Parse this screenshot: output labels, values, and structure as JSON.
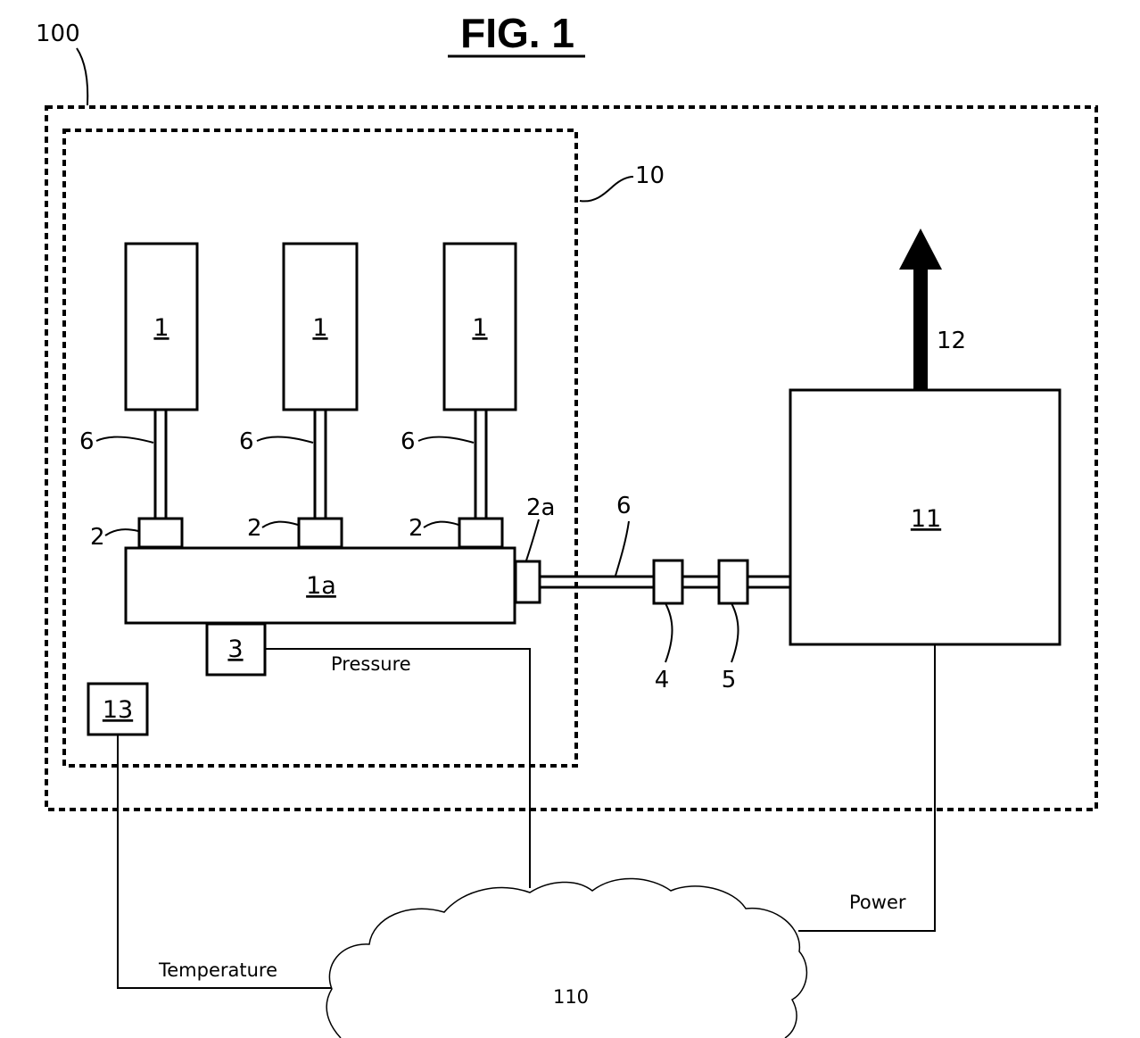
{
  "figure": {
    "title": "FIG. 1",
    "system_ref": "100",
    "subsystem_ref": "10",
    "network_ref": "110"
  },
  "components": {
    "cylinder_label": "1",
    "manifold_label": "1a",
    "pressure_sensor_label": "3",
    "temperature_sensor_label": "13",
    "generator_label": "11",
    "output_ref": "12"
  },
  "refs": {
    "tube": "6",
    "valve": "2",
    "valve_outlet": "2a",
    "component_4": "4",
    "component_5": "5"
  },
  "signals": {
    "pressure": "Pressure",
    "temperature": "Temperature",
    "power": "Power"
  },
  "colors": {
    "ink": "#000000",
    "background": "#ffffff"
  }
}
